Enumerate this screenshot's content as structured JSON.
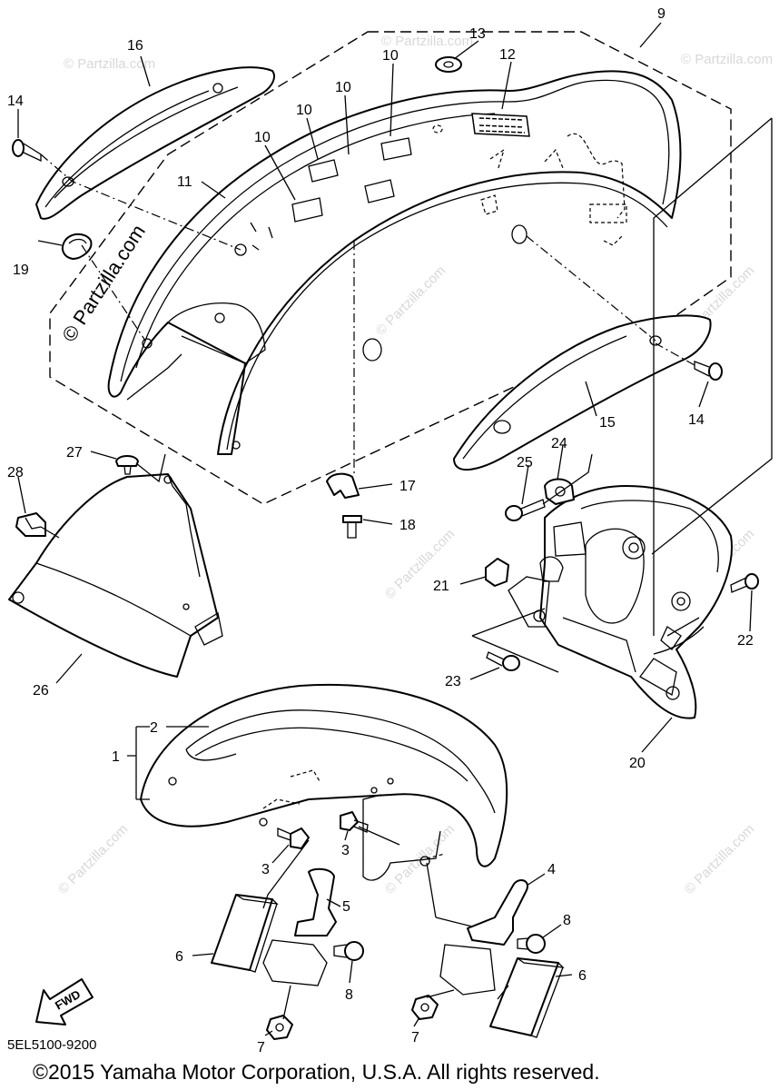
{
  "watermark": {
    "main": "© Partzilla.com",
    "faint": "© Partzilla.com"
  },
  "callouts": [
    {
      "id": "1",
      "label": "1"
    },
    {
      "id": "2",
      "label": "2"
    },
    {
      "id": "3a",
      "label": "3"
    },
    {
      "id": "3b",
      "label": "3"
    },
    {
      "id": "4",
      "label": "4"
    },
    {
      "id": "5",
      "label": "5"
    },
    {
      "id": "6a",
      "label": "6"
    },
    {
      "id": "6b",
      "label": "6"
    },
    {
      "id": "7a",
      "label": "7"
    },
    {
      "id": "7b",
      "label": "7"
    },
    {
      "id": "8a",
      "label": "8"
    },
    {
      "id": "8b",
      "label": "8"
    },
    {
      "id": "9",
      "label": "9"
    },
    {
      "id": "10a",
      "label": "10"
    },
    {
      "id": "10b",
      "label": "10"
    },
    {
      "id": "10c",
      "label": "10"
    },
    {
      "id": "10d",
      "label": "10"
    },
    {
      "id": "11",
      "label": "11"
    },
    {
      "id": "12",
      "label": "12"
    },
    {
      "id": "13",
      "label": "13"
    },
    {
      "id": "14a",
      "label": "14"
    },
    {
      "id": "14b",
      "label": "14"
    },
    {
      "id": "15",
      "label": "15"
    },
    {
      "id": "16",
      "label": "16"
    },
    {
      "id": "17",
      "label": "17"
    },
    {
      "id": "18",
      "label": "18"
    },
    {
      "id": "19",
      "label": "19"
    },
    {
      "id": "20",
      "label": "20"
    },
    {
      "id": "21",
      "label": "21"
    },
    {
      "id": "22",
      "label": "22"
    },
    {
      "id": "23",
      "label": "23"
    },
    {
      "id": "24",
      "label": "24"
    },
    {
      "id": "25",
      "label": "25"
    },
    {
      "id": "26",
      "label": "26"
    },
    {
      "id": "27",
      "label": "27"
    },
    {
      "id": "28",
      "label": "28"
    }
  ],
  "fwd_label": "FWD",
  "diagram_code": "5EL5100-9200",
  "copyright": "©2015  Yamaha Motor Corporation, U.S.A. All rights reserved."
}
